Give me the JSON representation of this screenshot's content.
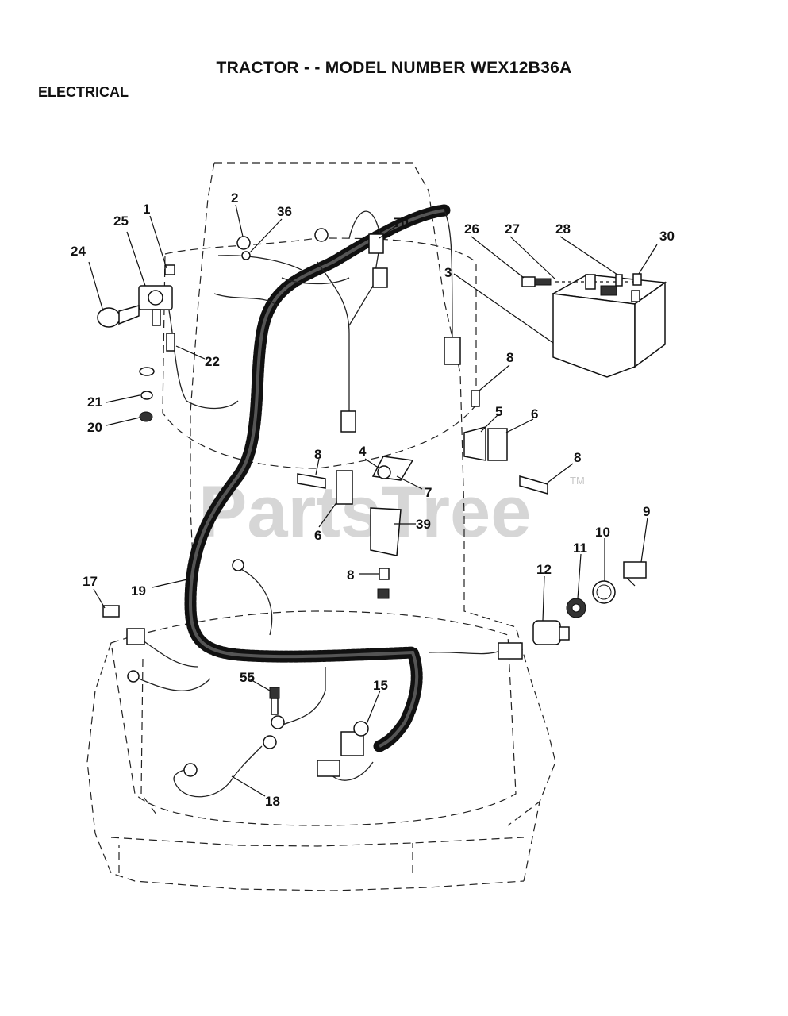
{
  "header": {
    "title": "TRACTOR - - MODEL NUMBER WEX12B36A",
    "section": "ELECTRICAL"
  },
  "watermark": {
    "text": "PartsTree",
    "trademark": "TM"
  },
  "callouts": [
    "1",
    "2",
    "3",
    "4",
    "5",
    "6",
    "7",
    "8",
    "9",
    "10",
    "11",
    "12",
    "15",
    "17",
    "18",
    "19",
    "20",
    "21",
    "22",
    "24",
    "25",
    "26",
    "27",
    "28",
    "30",
    "36",
    "39",
    "55",
    "70"
  ]
}
